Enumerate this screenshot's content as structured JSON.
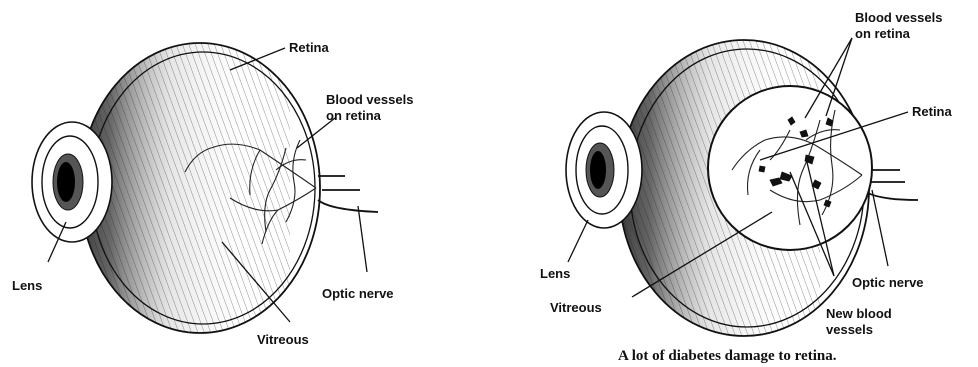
{
  "left_eye": {
    "labels": {
      "retina": "Retina",
      "blood_vessels_1": "Blood vessels",
      "blood_vessels_2": "on retina",
      "lens": "Lens",
      "optic_nerve": "Optic nerve",
      "vitreous": "Vitreous"
    }
  },
  "right_eye": {
    "labels": {
      "blood_vessels_1": "Blood vessels",
      "blood_vessels_2": "on retina",
      "retina": "Retina",
      "lens": "Lens",
      "vitreous": "Vitreous",
      "optic_nerve": "Optic nerve",
      "new_vessels_1": "New blood",
      "new_vessels_2": "vessels"
    },
    "caption": "A lot of diabetes damage to retina."
  }
}
